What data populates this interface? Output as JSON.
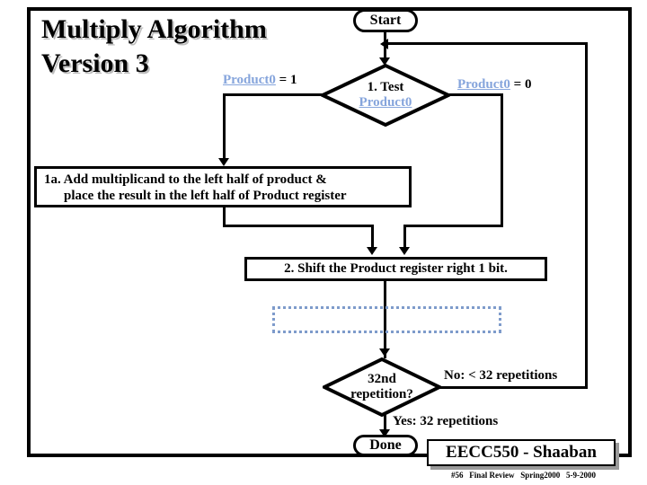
{
  "slide": {
    "title_line1": "Multiply Algorithm",
    "title_line2": "Version 3"
  },
  "nodes": {
    "start": {
      "label": "Start",
      "shape": "stadium"
    },
    "test": {
      "label_line1": "1. Test",
      "label_line2": "Product0",
      "shape": "diamond"
    },
    "step1a": {
      "label_line1": "1a. Add multiplicand to the left half of product &",
      "label_line2": "place the result in the left half of Product register",
      "shape": "process"
    },
    "step2": {
      "label": "2. Shift the Product register right 1 bit.",
      "shape": "process"
    },
    "placeholder": {
      "label": "",
      "shape": "dotted-box"
    },
    "repetition": {
      "label_line1": "32nd",
      "label_line2": "repetition?",
      "shape": "diamond"
    },
    "done": {
      "label": "Done",
      "shape": "stadium"
    }
  },
  "edge_labels": {
    "product0_eq_1_link": "Product0",
    "product0_eq_1_tail": " = 1",
    "product0_eq_0_link": "Product0",
    "product0_eq_0_tail": " = 0",
    "no_branch": "No: < 32 repetitions",
    "yes_branch": "Yes: 32 repetitions"
  },
  "footer": {
    "course": "EECC550 - Shaaban",
    "meta": "#56   Final Review   Spring2000   5-9-2000"
  },
  "colors": {
    "link_blue": "#86A5DC",
    "dotted_blue": "#7E9BCB",
    "line_black": "#000000",
    "shadow_gray": "#9A9A9A",
    "title_shadow": "#BDBDBD"
  }
}
